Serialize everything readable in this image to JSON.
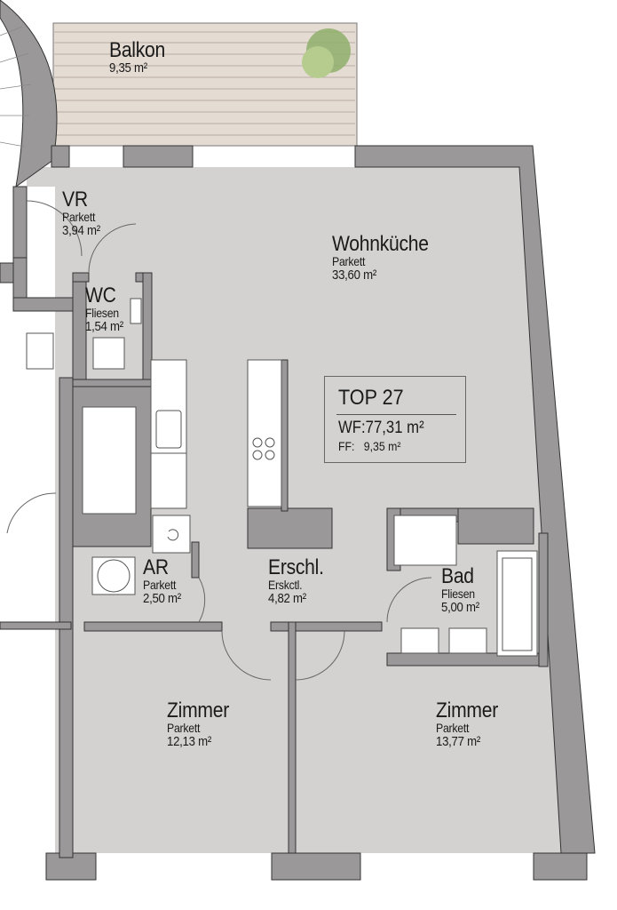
{
  "plan": {
    "unit": {
      "title": "TOP 27",
      "wf_label": "WF:",
      "wf_value": "77,31 m²",
      "ff_label": "FF:",
      "ff_value": "9,35 m²"
    },
    "rooms": [
      {
        "id": "balkon",
        "name": "Balkon",
        "material": "",
        "area": "9,35 m²"
      },
      {
        "id": "vr",
        "name": "VR",
        "material": "Parkett",
        "area": "3,94 m²"
      },
      {
        "id": "wc",
        "name": "WC",
        "material": "Fliesen",
        "area": "1,54 m²"
      },
      {
        "id": "wohnkueche",
        "name": "Wohnküche",
        "material": "Parkett",
        "area": "33,60 m²"
      },
      {
        "id": "ar",
        "name": "AR",
        "material": "Parkett",
        "area": "2,50 m²"
      },
      {
        "id": "erschl",
        "name": "Erschl.",
        "material": "Erskctl.",
        "area": "4,82 m²"
      },
      {
        "id": "bad",
        "name": "Bad",
        "material": "Fliesen",
        "area": "5,00 m²"
      },
      {
        "id": "zimmer1",
        "name": "Zimmer",
        "material": "Parkett",
        "area": "12,13 m²"
      },
      {
        "id": "zimmer2",
        "name": "Zimmer",
        "material": "Parkett",
        "area": "13,77 m²"
      }
    ],
    "colors": {
      "floor": "#d4d2d1",
      "wall": "#9a9898",
      "balcony": "#e4dbd3",
      "fixture": "#ffffff",
      "plant": "#8fae6a"
    }
  }
}
